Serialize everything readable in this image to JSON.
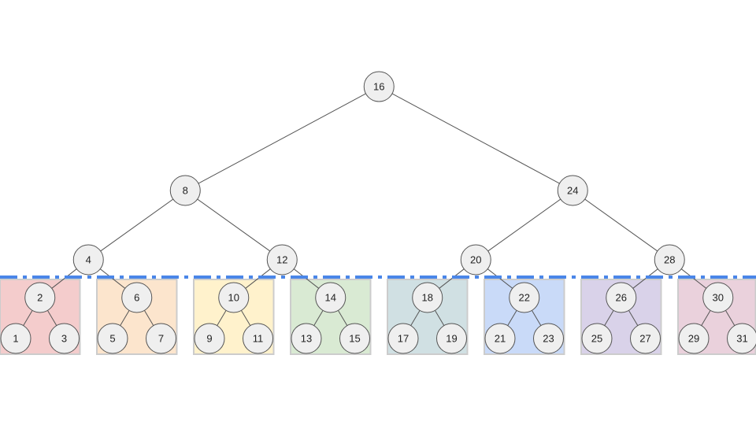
{
  "tree": {
    "nodes": [
      {
        "id": "16",
        "label": "16",
        "parent": null
      },
      {
        "id": "8",
        "label": "8",
        "parent": "16"
      },
      {
        "id": "24",
        "label": "24",
        "parent": "16"
      },
      {
        "id": "4",
        "label": "4",
        "parent": "8"
      },
      {
        "id": "12",
        "label": "12",
        "parent": "8"
      },
      {
        "id": "20",
        "label": "20",
        "parent": "24"
      },
      {
        "id": "28",
        "label": "28",
        "parent": "24"
      },
      {
        "id": "2",
        "label": "2",
        "parent": "4"
      },
      {
        "id": "6",
        "label": "6",
        "parent": "4"
      },
      {
        "id": "10",
        "label": "10",
        "parent": "12"
      },
      {
        "id": "14",
        "label": "14",
        "parent": "12"
      },
      {
        "id": "18",
        "label": "18",
        "parent": "20"
      },
      {
        "id": "22",
        "label": "22",
        "parent": "20"
      },
      {
        "id": "26",
        "label": "26",
        "parent": "28"
      },
      {
        "id": "30",
        "label": "30",
        "parent": "28"
      },
      {
        "id": "1",
        "label": "1",
        "parent": "2"
      },
      {
        "id": "3",
        "label": "3",
        "parent": "2"
      },
      {
        "id": "5",
        "label": "5",
        "parent": "6"
      },
      {
        "id": "7",
        "label": "7",
        "parent": "6"
      },
      {
        "id": "9",
        "label": "9",
        "parent": "10"
      },
      {
        "id": "11",
        "label": "11",
        "parent": "10"
      },
      {
        "id": "13",
        "label": "13",
        "parent": "14"
      },
      {
        "id": "15",
        "label": "15",
        "parent": "14"
      },
      {
        "id": "17",
        "label": "17",
        "parent": "18"
      },
      {
        "id": "19",
        "label": "19",
        "parent": "18"
      },
      {
        "id": "21",
        "label": "21",
        "parent": "22"
      },
      {
        "id": "23",
        "label": "23",
        "parent": "22"
      },
      {
        "id": "25",
        "label": "25",
        "parent": "26"
      },
      {
        "id": "27",
        "label": "27",
        "parent": "26"
      },
      {
        "id": "29",
        "label": "29",
        "parent": "30"
      },
      {
        "id": "31",
        "label": "31",
        "parent": "30"
      }
    ],
    "groups": [
      {
        "root": "2",
        "color": "#f4cccc"
      },
      {
        "root": "6",
        "color": "#fce5cd"
      },
      {
        "root": "10",
        "color": "#fff2cc"
      },
      {
        "root": "14",
        "color": "#d9ead3"
      },
      {
        "root": "18",
        "color": "#d0e0e3"
      },
      {
        "root": "22",
        "color": "#c9daf8"
      },
      {
        "root": "26",
        "color": "#d9d2e9"
      },
      {
        "root": "30",
        "color": "#ead1dc"
      }
    ],
    "colors": {
      "node_fill": "#efefef",
      "node_stroke": "#555555",
      "edge": "#555555",
      "group_border": "#cccccc",
      "divider": "#4a86e8"
    }
  }
}
